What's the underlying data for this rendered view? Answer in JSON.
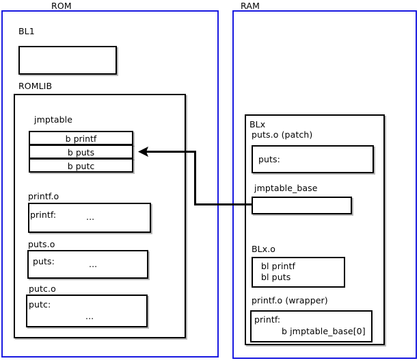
{
  "diagram": {
    "title_rom": "ROM",
    "title_ram": "RAM",
    "accent_color": "#1818e0",
    "line_color": "#000000",
    "background_color": "#ffffff"
  },
  "rom": {
    "label": "ROM",
    "bl1": {
      "label": "BL1",
      "body": ""
    },
    "romlib": {
      "label": "ROMLIB",
      "jmptable": {
        "label": "jmptable",
        "rows": [
          "b printf",
          "b puts",
          "b putc"
        ]
      },
      "objects": [
        {
          "label": "printf.o",
          "symbol": "printf:",
          "ellipsis": "..."
        },
        {
          "label": "puts.o",
          "symbol": "puts:",
          "ellipsis": "..."
        },
        {
          "label": "putc.o",
          "symbol": "putc:",
          "ellipsis": "..."
        }
      ]
    }
  },
  "ram": {
    "label": "RAM",
    "blx": {
      "label": "BLx",
      "puts_patch": {
        "label": "puts.o (patch)",
        "symbol": "puts:"
      },
      "jmptable_base": {
        "label": "jmptable_base",
        "body": ""
      },
      "blx_o": {
        "label": "BLx.o",
        "line1": "bl printf",
        "line2": "bl puts"
      },
      "printf_wrapper": {
        "label": "printf.o (wrapper)",
        "line1": "printf:",
        "line2": "b jmptable_base[0]"
      }
    }
  },
  "connector": {
    "description": "jmptable_base points to b puts entry",
    "target_row": "b puts"
  }
}
